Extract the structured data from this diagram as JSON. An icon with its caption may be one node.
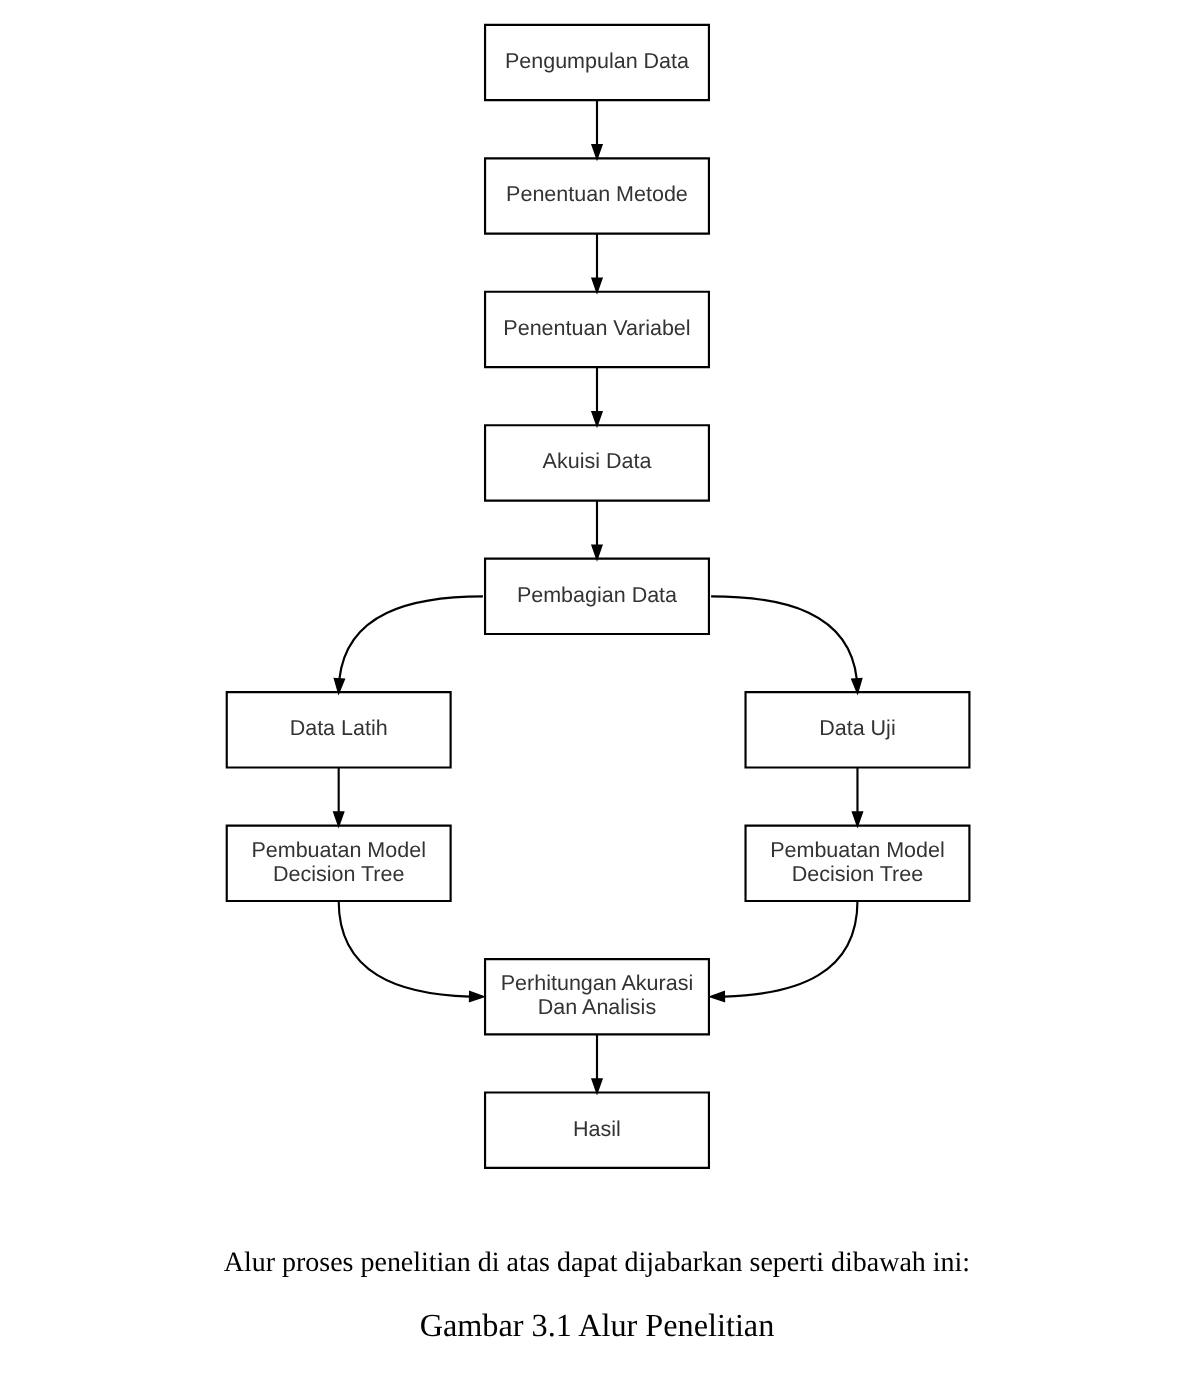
{
  "diagram": {
    "caption": "Gambar 3.1 Alur Penelitian",
    "nodes": [
      {
        "text": [
          "Pengumpulan Data"
        ]
      },
      {
        "text": [
          "Penentuan Metode"
        ]
      },
      {
        "text": [
          "Penentuan Variabel"
        ]
      },
      {
        "text": [
          "Akuisi Data"
        ]
      },
      {
        "text": [
          "Pembagian Data"
        ]
      },
      {
        "text": [
          "Data Latih"
        ]
      },
      {
        "text": [
          "Data Uji"
        ]
      },
      {
        "text": [
          "Pembuatan Model Decision Tree"
        ]
      },
      {
        "text": [
          "Pembuatan Model Decision Tree"
        ]
      },
      {
        "text": [
          "Perhitungan Akurasi Dan Analisis"
        ]
      },
      {
        "text": [
          "Hasil"
        ]
      }
    ],
    "edges": [
      {
        "from": 0,
        "to": 1,
        "arrow": "to"
      },
      {
        "from": 1,
        "to": 2,
        "arrow": "to"
      },
      {
        "from": 2,
        "to": 3,
        "arrow": "to"
      },
      {
        "from": 3,
        "to": 4,
        "arrow": "to"
      },
      {
        "from": 4,
        "to": 5,
        "arrow": "to"
      },
      {
        "from": 4,
        "to": 6,
        "arrow": "to"
      },
      {
        "from": 5,
        "to": 7,
        "arrow": "to"
      },
      {
        "from": 6,
        "to": 8,
        "arrow": "to"
      },
      {
        "from": 7,
        "to": 9,
        "arrow": "to"
      },
      {
        "from": 8,
        "to": 9,
        "arrow": "to"
      },
      {
        "from": 9,
        "to": 10,
        "arrow": "to"
      }
    ],
    "labels": [
      "Alur proses penelitian di atas dapat dijabarkan seperti dibawah ini:"
    ]
  }
}
